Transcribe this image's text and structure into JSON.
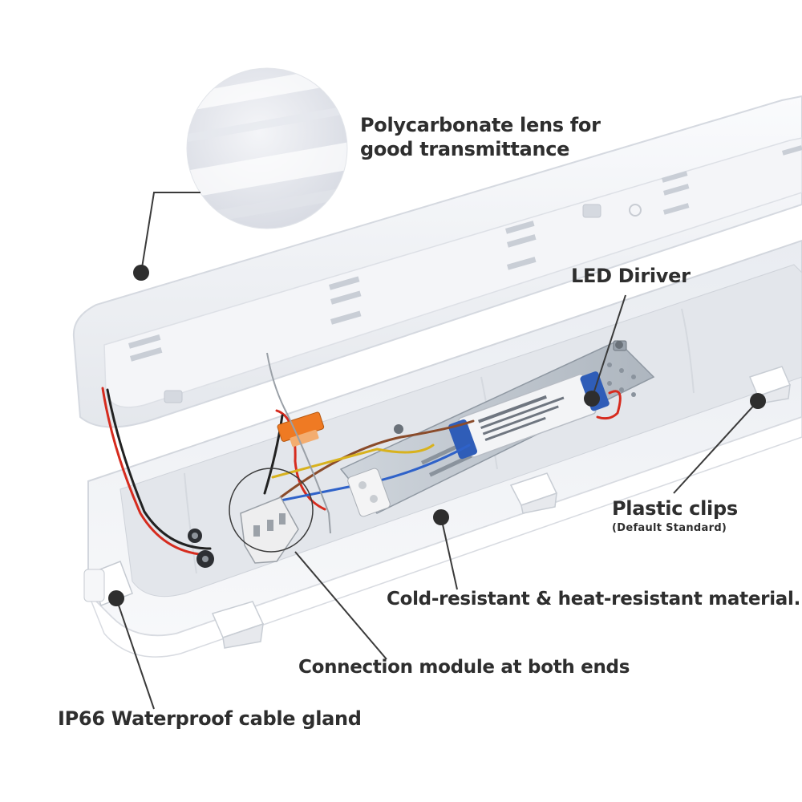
{
  "callouts": {
    "lens": {
      "line1": "Polycarbonate lens for",
      "line2": "good transmittance"
    },
    "driver": {
      "label": "LED Diriver"
    },
    "clips": {
      "label": "Plastic clips",
      "sub": "(Default Standard)"
    },
    "material": {
      "label": "Cold-resistant & heat-resistant material."
    },
    "module": {
      "label": "Connection module at both ends"
    },
    "gland": {
      "label": "IP66 Waterproof cable gland"
    }
  },
  "colors": {
    "callout_text": "#2e2e2e",
    "leader_line": "#3a3a3a",
    "housing": "#f2f3f6",
    "tray": "#b9c0c8",
    "driver_cap": "#2f5db8",
    "wire_red": "#d62b1e",
    "wire_blue": "#2f62c9",
    "wire_brown": "#8a4b2a"
  }
}
